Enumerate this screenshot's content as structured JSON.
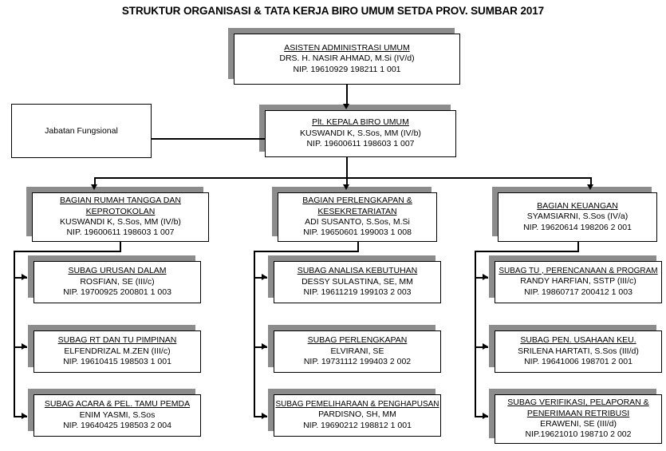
{
  "title": "STRUKTUR ORGANISASI & TATA KERJA BIRO UMUM SETDA PROV. SUMBAR 2017",
  "nodes": {
    "asisten": {
      "title": "ASISTEN ADMINISTRASI UMUM",
      "name": "DRS. H. NASIR AHMAD, M.Si (IV/d)",
      "nip": "NIP. 19610929 198211 1 001"
    },
    "kepala_biro": {
      "title": "Plt. KEPALA BIRO UMUM",
      "name": "KUSWANDI K, S.Sos, MM (IV/b)",
      "nip": "NIP. 19600611 198603 1 007"
    },
    "fungsional": {
      "label": "Jabatan Fungsional"
    },
    "bagian_rt": {
      "title": "BAGIAN RUMAH TANGGA DAN",
      "title2": "KEPROTOKOLAN",
      "name": "KUSWANDI K, S.Sos, MM (IV/b)",
      "nip": "NIP. 19600611 198603 1 007"
    },
    "bagian_perlengkapan": {
      "title": "BAGIAN PERLENGKAPAN &",
      "title2": "KESEKRETARIATAN",
      "name": "ADI SUSANTO, S.Sos, M.Si",
      "nip": "NIP. 19650601 199003 1 008"
    },
    "bagian_keuangan": {
      "title": "BAGIAN KEUANGAN",
      "name": "SYAMSIARNI, S.Sos (IV/a)",
      "nip": "NIP. 19620614 198206 2 001"
    },
    "subag_urusan_dalam": {
      "title": "SUBAG URUSAN DALAM",
      "name": "ROSFIAN, SE (III/c)",
      "nip": "NIP. 19700925 200801 1 003"
    },
    "subag_rt_tu": {
      "title": "SUBAG RT DAN TU PIMPINAN",
      "name": "ELFENDRIZAL M.ZEN (III/c)",
      "nip": "NIP. 19610415 198503 1 001"
    },
    "subag_acara": {
      "title": "SUBAG ACARA & PEL. TAMU PEMDA",
      "name": "ENIM YASMI, S.Sos",
      "nip": "NIP. 19640425 198503 2 004"
    },
    "subag_analisa": {
      "title": "SUBAG ANALISA KEBUTUHAN",
      "name": "DESSY SULASTINA, SE, MM",
      "nip": "NIP. 19611219 199103 2 003"
    },
    "subag_perlengkapan": {
      "title": "SUBAG PERLENGKAPAN",
      "name": "ELVIRANI, SE",
      "nip": "NIP. 19731112 199403 2 002"
    },
    "subag_pemeliharaan": {
      "title": "SUBAG PEMELIHARAAN & PENGHAPUSAN",
      "name": "PARDISNO, SH, MM",
      "nip": "NIP. 19690212 198812 1 001"
    },
    "subag_tu_program": {
      "title": "SUBAG TU , PERENCANAAN & PROGRAM",
      "name": "RANDY HARFIAN, SSTP (III/c)",
      "nip": "NIP. 19860717 200412 1 003"
    },
    "subag_pen_usahaan": {
      "title": "SUBAG PEN. USAHAAN KEU.",
      "name": "SRILENA HARTATI, S.Sos (III/d)",
      "nip": "NIP. 19641006 198701 2 001"
    },
    "subag_verifikasi": {
      "title": "SUBAG VERIFIKASI, PELAPORAN &",
      "title2": "PENERIMAAN RETRIBUSI",
      "name": "ERAWENI, SE (III/d)",
      "nip": "NIP.19621010 198710 2 002"
    }
  },
  "colors": {
    "box_border": "#000000",
    "box_fill": "#ffffff",
    "shadow": "#8c8c8c",
    "text": "#000000",
    "page": "#ffffff"
  }
}
